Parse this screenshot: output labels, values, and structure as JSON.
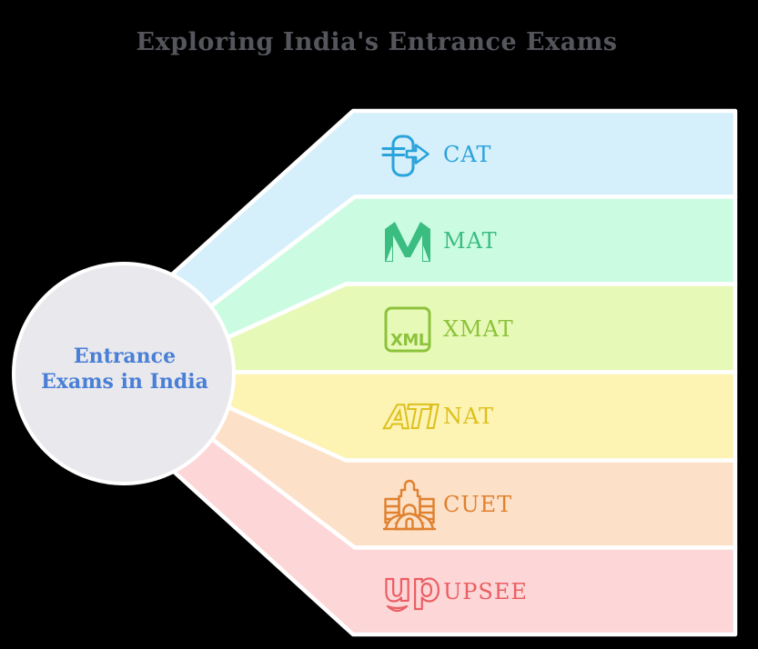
{
  "title": "Exploring India's Entrance Exams",
  "center": {
    "line1": "Entrance",
    "line2": "Exams in India"
  },
  "colors": {
    "background": "#000000",
    "separator": "#ffffff",
    "circle_fill": "#e9e9ed",
    "title_color": "#54565c",
    "center_text_color": "#4a7fd6"
  },
  "branches": [
    {
      "label": "CAT",
      "band": "#d5effb",
      "accent": "#2aa3db",
      "icon": "signin-arrow-icon"
    },
    {
      "label": "MAT",
      "band": "#cbfce2",
      "accent": "#3bbc81",
      "icon": "maya-m-icon"
    },
    {
      "label": "XMAT",
      "band": "#e7f9b6",
      "accent": "#8cc23c",
      "icon": "xml-box-icon"
    },
    {
      "label": "NAT",
      "band": "#fdf3b3",
      "accent": "#ddc01e",
      "icon": "ati-letters-icon"
    },
    {
      "label": "CUET",
      "band": "#fce0c8",
      "accent": "#e0812f",
      "icon": "monument-gate-icon"
    },
    {
      "label": "UPSEE",
      "band": "#fdd6d7",
      "accent": "#ea5f63",
      "icon": "up-letters-icon"
    }
  ]
}
